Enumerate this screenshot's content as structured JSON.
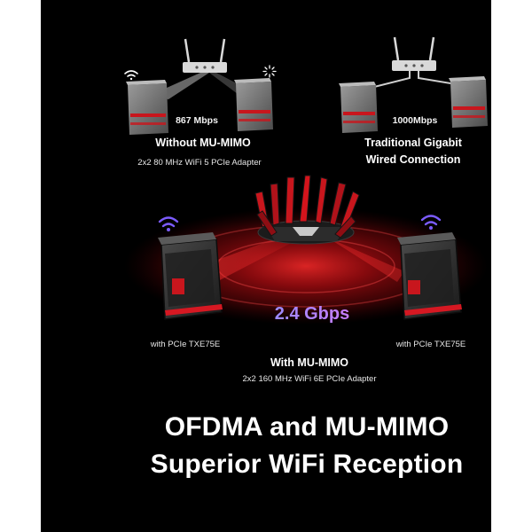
{
  "without_mimo": {
    "speed": "867 Mbps",
    "title": "Without MU-MIMO",
    "adapter": "2x2 80 MHz WiFi 5 PCIe Adapter"
  },
  "wired": {
    "speed": "1000Mbps",
    "title_line1": "Traditional Gigabit",
    "title_line2": "Wired Connection"
  },
  "mimo": {
    "speed": "2.4 Gbps",
    "left_pc_label": "with PCIe TXE75E",
    "right_pc_label": "with PCIe TXE75E",
    "title": "With MU-MIMO",
    "adapter": "2x2 160 MHz WiFi 6E PCIe Adapter"
  },
  "headline": {
    "line1": "OFDMA and MU-MIMO",
    "line2": "Superior WiFi Reception"
  },
  "colors": {
    "background": "#000000",
    "signal_red": "#d0141c",
    "wifi_icon": "#7c5cff",
    "speed_gradient_start": "#9c8bff",
    "speed_gradient_end": "#c67dff"
  }
}
